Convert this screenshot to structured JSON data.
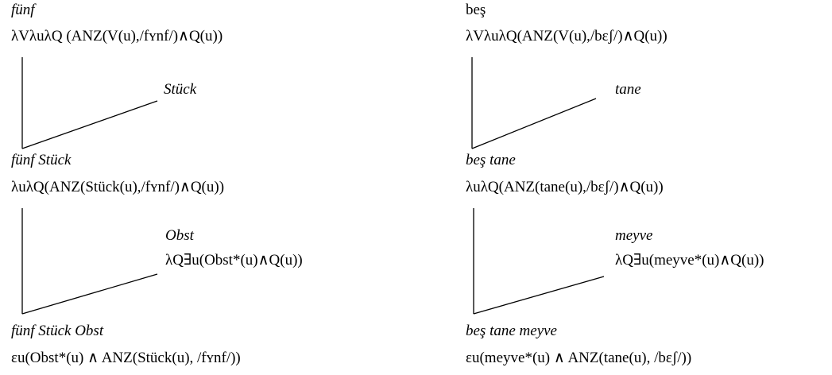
{
  "left": {
    "top_word": "fünf",
    "top_formula": "λVλuλQ (ANZ(V(u),/fʏnf/)∧Q(u))",
    "arg1_word": "Stück",
    "mid_word": "fünf Stück",
    "mid_formula": "λuλQ(ANZ(Stück(u),/fʏnf/)∧Q(u))",
    "arg2_word": "Obst",
    "arg2_formula": "λQ∃u(Obst*(u)∧Q(u))",
    "bottom_word": "fünf Stück Obst",
    "bottom_formula": "εu(Obst*(u) ∧ ANZ(Stück(u), /fʏnf/))"
  },
  "right": {
    "top_word": "beş",
    "top_formula": "λVλuλQ(ANZ(V(u),/bɛʃ/)∧Q(u))",
    "arg1_word": "tane",
    "mid_word": "beş tane",
    "mid_formula": "λuλQ(ANZ(tane(u),/bɛʃ/)∧Q(u))",
    "arg2_word": "meyve",
    "arg2_formula": "λQ∃u(meyve*(u)∧Q(u))",
    "bottom_word": "beş tane meyve",
    "bottom_formula": "εu(meyve*(u) ∧ ANZ(tane(u), /bɛʃ/))"
  }
}
